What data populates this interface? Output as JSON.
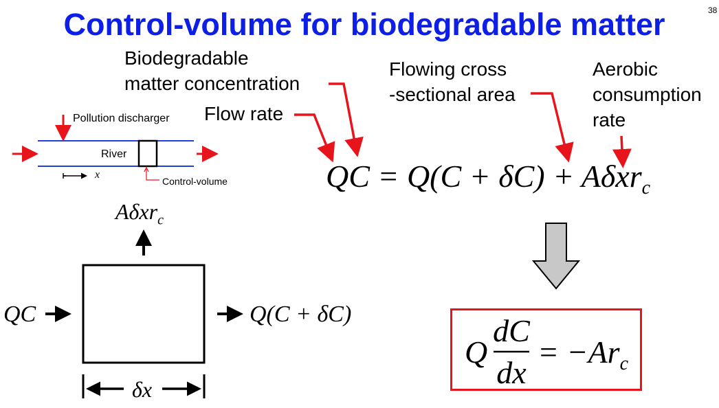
{
  "slide": {
    "title": "Control-volume for biodegradable matter",
    "number": "38"
  },
  "labels": {
    "biodegradable": "Biodegradable\nmatter concentration",
    "flow_rate": "Flow rate",
    "cross_section": "Flowing cross\n-sectional area",
    "aerobic": "Aerobic\nconsumption\nrate"
  },
  "river_sketch": {
    "discharger": "Pollution discharger",
    "river": "River",
    "axis": "x",
    "control_volume": "Control-volume"
  },
  "control_box": {
    "top_term": "Aδxr",
    "top_sub": "c",
    "inflow": "QC",
    "outflow": "Q(C + δC)",
    "width": "δx"
  },
  "equation": {
    "lhs": "QC",
    "rhs": "= Q(C + δC) + Aδxr",
    "rhs_sub": "c"
  },
  "result": {
    "q": "Q",
    "num": "dC",
    "den": "dx",
    "rhs": "= −Ar",
    "rhs_sub": "c"
  },
  "colors": {
    "title": "#0d1fe6",
    "arrow_red": "#e8141b",
    "box_red": "#e8141b",
    "down_arrow_fill": "#c8c8c8"
  }
}
